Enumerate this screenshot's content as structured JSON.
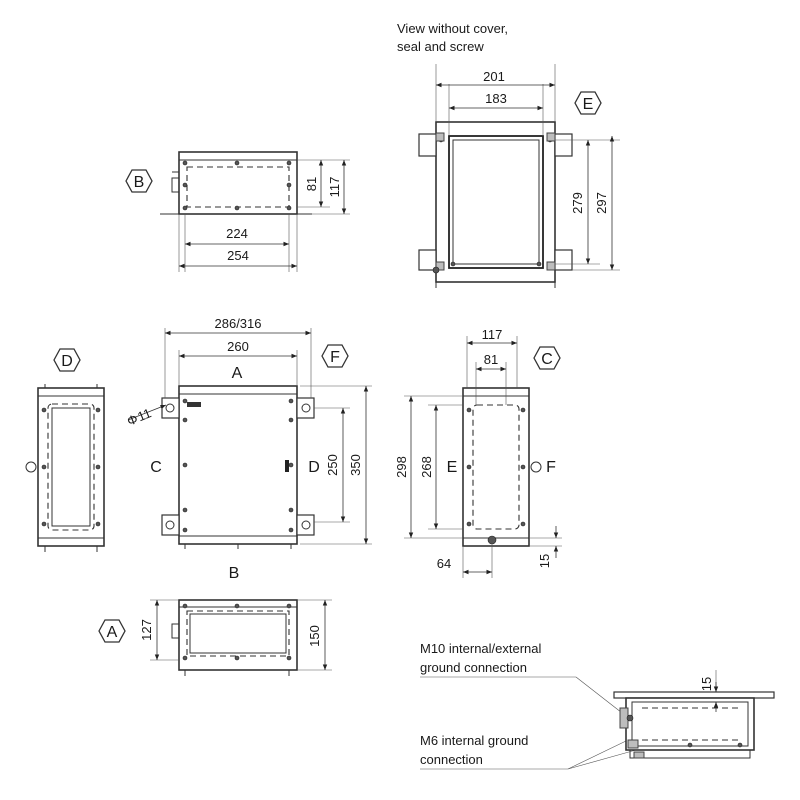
{
  "notes": {
    "view_without_cover_line1": "View without cover,",
    "view_without_cover_line2": "seal and screw",
    "m10_line1": "M10 internal/external",
    "m10_line2": "ground connection",
    "m6_line1": "M6 internal ground",
    "m6_line2": "connection"
  },
  "view_tags": {
    "A": "A",
    "B": "B",
    "C": "C",
    "D": "D",
    "E": "E",
    "F": "F"
  },
  "side_letters": {
    "front_top": "A",
    "front_bottom": "B",
    "front_left": "C",
    "front_right": "D",
    "side_left": "E",
    "side_right": "F"
  },
  "dimensions": {
    "view_b_width_inner": "224",
    "view_b_width_outer": "254",
    "view_b_height_inner": "81",
    "view_b_height_outer": "117",
    "view_e_width_outer": "201",
    "view_e_width_inner": "183",
    "view_e_height_inner": "279",
    "view_e_height_outer": "297",
    "front_width_outer": "286/316",
    "front_width_inner": "260",
    "front_hole_dia": "11",
    "front_height_inner": "250",
    "front_height_outer": "350",
    "view_c_width_outer": "117",
    "view_c_width_inner": "81",
    "view_c_height_outer": "298",
    "view_c_height_inner": "268",
    "view_c_offset_x": "64",
    "view_c_offset_y": "15",
    "view_a_height_inner": "127",
    "view_a_height_outer": "150",
    "detail_offset": "15"
  },
  "symbols": {
    "diameter": "Φ"
  }
}
